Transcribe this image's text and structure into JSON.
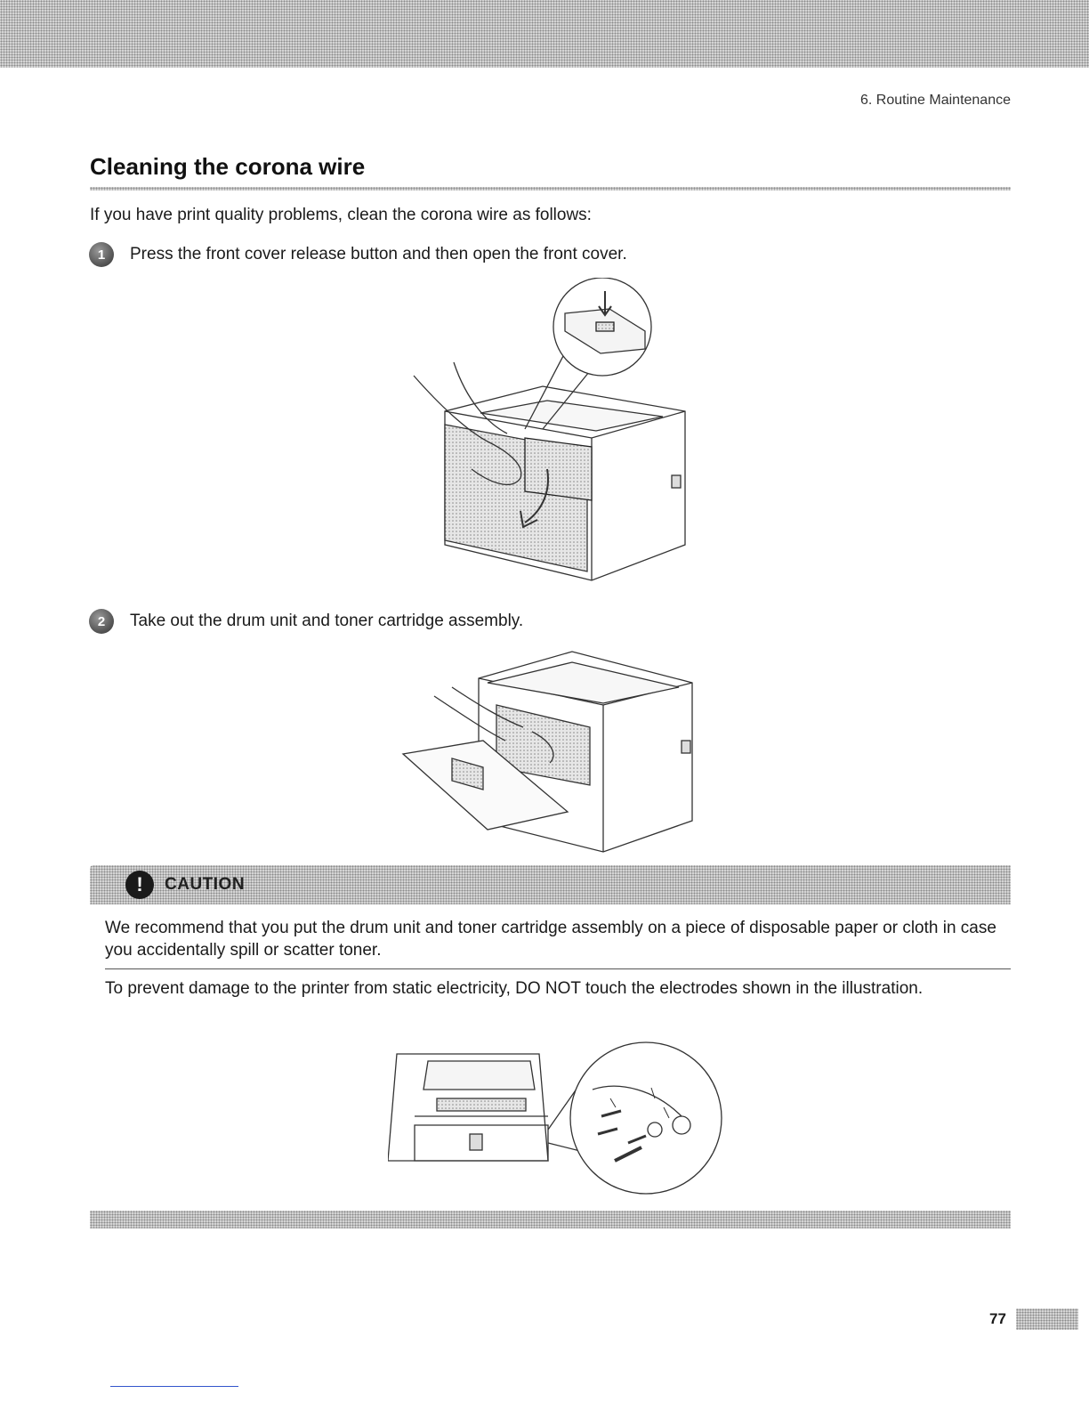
{
  "header": {
    "chapter": "6. Routine Maintenance"
  },
  "section": {
    "title": "Cleaning the corona wire",
    "intro": "If you have print quality problems, clean the corona wire as follows:"
  },
  "steps": [
    {
      "number": "1",
      "text": "Press the front cover release button and then open the front cover."
    },
    {
      "number": "2",
      "text": "Take out the drum unit and toner cartridge assembly."
    }
  ],
  "caution": {
    "label": "CAUTION",
    "paragraphs": [
      "We recommend that you put the drum unit and toner cartridge assembly on a piece of disposable paper or cloth in case you accidentally spill or scatter toner.",
      "To prevent damage to the printer from static electricity, DO NOT touch the electrodes shown in the illustration."
    ]
  },
  "footer": {
    "page_number": "77"
  }
}
